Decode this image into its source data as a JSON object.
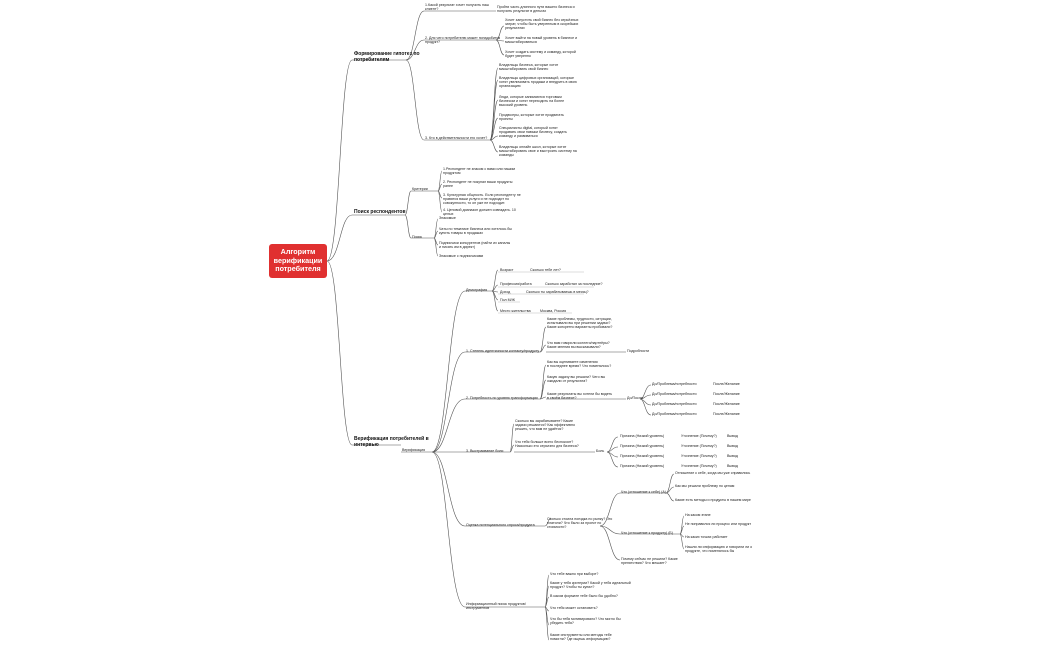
{
  "root": "Алгоритм\nверификации\nпотребителя",
  "branches": [
    "Формирование гипотез по\nпотребителям",
    "Поиск респондентов",
    "Верификация потребителей в\nинтервью"
  ],
  "sec1": {
    "q1": "1.Какой результат хочет получить наш\nклиент?",
    "q1a": "Пройти часть длинного пути вашего бизнеса и\nполучить результат в деньгах",
    "q2": "2. Для чего потребителю может понадобится\nпродукт?",
    "q2items": [
      "Хочет запустить свой бизнес без серьёзных\nзатрат, чтобы быть уверенным в скорейших\nрезультатах",
      "Хочет выйти на новый уровень в бизнесе и\nмасштабироваться",
      "Хочет создать систему и команду, которой\nбудет уверенно"
    ],
    "q3": "3. Кто в действительности его хочет?",
    "q3items": [
      "Владельцы бизнеса, которые хотят\nмасштабировать свой бизнес",
      "Владельцы цифровых организаций, которые\nхотят увеличивать продажи и внедрить в свою\nорганизацию",
      "Люди, которые занимаются торговым\nбизнесом и хотят переходить на более\nвысокий уровень",
      "Продюсеры, которые хотят продвигать\nпроекты",
      "Специалисты digital, который хотят\nпродавать свои навыки бизнесу, создать\nкоманду и развиваться",
      "Владельцы онлайн школ, которые хотят\nмасштабировать свое и выстроить систему на\nкоманды"
    ]
  },
  "sec2": {
    "criteria": "Критерии",
    "criteriaItems": [
      "1.Респондент не знаком с вами или нашим\nпродуктом",
      "2. Респондент не покупал ваши продукты\nранее",
      "3. Культурная общность. Если респонденту не\nнравятся ваши услуги и не подходит по\nсовокупности, то он уже не подходит.",
      "4. Ценовой диапазон должен совпадать. 10\nцелых"
    ],
    "search": "Поиск",
    "searchItems": [
      "Знакомые",
      "Чаты по тематике бизнеса или хотелось бы\nкупить товары в продажах",
      "Подписчики конкурентов (найти их каналы\nи писать им в директ)",
      "Знакомые с подписчиками"
    ]
  },
  "sec3": {
    "verif": "Верификация",
    "demo": "Демография",
    "demoRows": [
      [
        "Возраст",
        "Сколько тебе лет?"
      ],
      [
        "Профессия/работа",
        "Сколько заработал за последние?"
      ],
      [
        "Доход",
        "Сколько ты зарабатываешь в месяц?"
      ],
      [
        "Пол М/Ж",
        ""
      ],
      [
        "Место жительства",
        "Москва, Россия"
      ]
    ],
    "s1": "1. Степень идентичности контакту/продукту",
    "s1items": [
      "Какие проблемы, трудности, ситуации,\nиспытывали вы при решении задачи?\nКакие конкретно варианты пробовали?",
      "Что вам говорили коллеги/партнёры?\nКакие мнения вы высказывали?"
    ],
    "s1right": "Подробности",
    "s2": "2. Потребность по уровню трансформации",
    "s2items": [
      "Как вы оцениваете изменения\nв последнее время? Что поменялось?",
      "Какую задачу вы решали? Чего вы\nожидали от результата?",
      "Какие результаты вы хотели бы видеть\nв своём бизнесе?"
    ],
    "s2mid": "До/После",
    "s2right": [
      [
        "До/Проблема/потребности",
        "После/Желание"
      ],
      [
        "До/Проблема/потребности",
        "После/Желание"
      ],
      [
        "До/Проблема/потребности",
        "После/Желание"
      ],
      [
        "До/Проблема/потребности",
        "После/Желание"
      ]
    ],
    "s3": "3. Выстраивание боли",
    "s3items": [
      "Сколько вы зарабатываете? Какие\nзадачи решаются? Как эффективно\nрешить, что вам не удаётся?",
      "Что тебя больше всего беспокоит?\nНасколько это серьезно для бизнеса?"
    ],
    "s3mid": "Боль",
    "s3rows": [
      [
        "Причина (Низкий уровень)",
        "Уточнение (Почему?)",
        "Вывод"
      ],
      [
        "Причина (Низкий уровень)",
        "Уточнение (Почему?)",
        "Вывод"
      ],
      [
        "Причина (Низкий уровень)",
        "Уточнение (Почему?)",
        "Вывод"
      ],
      [
        "Причина (Низкий уровень)",
        "Уточнение (Почему?)",
        "Вывод"
      ]
    ],
    "s4": "Оценка потенциального спроса/продукта",
    "s4q": "Сколько стоила поездка по рынку? Что\nплатили? Что было за проект по\nстоимости?",
    "s4a": "Что (отношение к себе) (А)",
    "s4aItems": [
      "Отношение к себе, когда мы уже справились",
      "Как мы решали проблему по ценам",
      "Какие есть методы и продукты в нашем мире"
    ],
    "s4b": "Что (отношение к продукту) (Б)",
    "s4bItems": [
      "На каком этапе",
      "Не понравился ли процесс или продукт",
      "На каких точках работает",
      "Нашли ли информацию и говорили ли о\nпродукте, что поменялось бы"
    ],
    "s4c": "Почему сейчас не решили? Какие\nпрепятствия? Что мешает?",
    "s5": "Информационный поиск продуктов/\nинструментов",
    "s5items": [
      "Что тебе важно при выборе?",
      "Какие у тебя критерии? Какой у тебя идеальный\nпродукт? Чтобы ты купил?",
      "В каком формате тебе было бы удобно?",
      "Что тебя может остановить?",
      "Что бы тебя мотивировало? Что могло бы\nубедить тебя?",
      "Какие инструменты или методы тебе\nпомогли? Где ищешь информацию?"
    ]
  }
}
